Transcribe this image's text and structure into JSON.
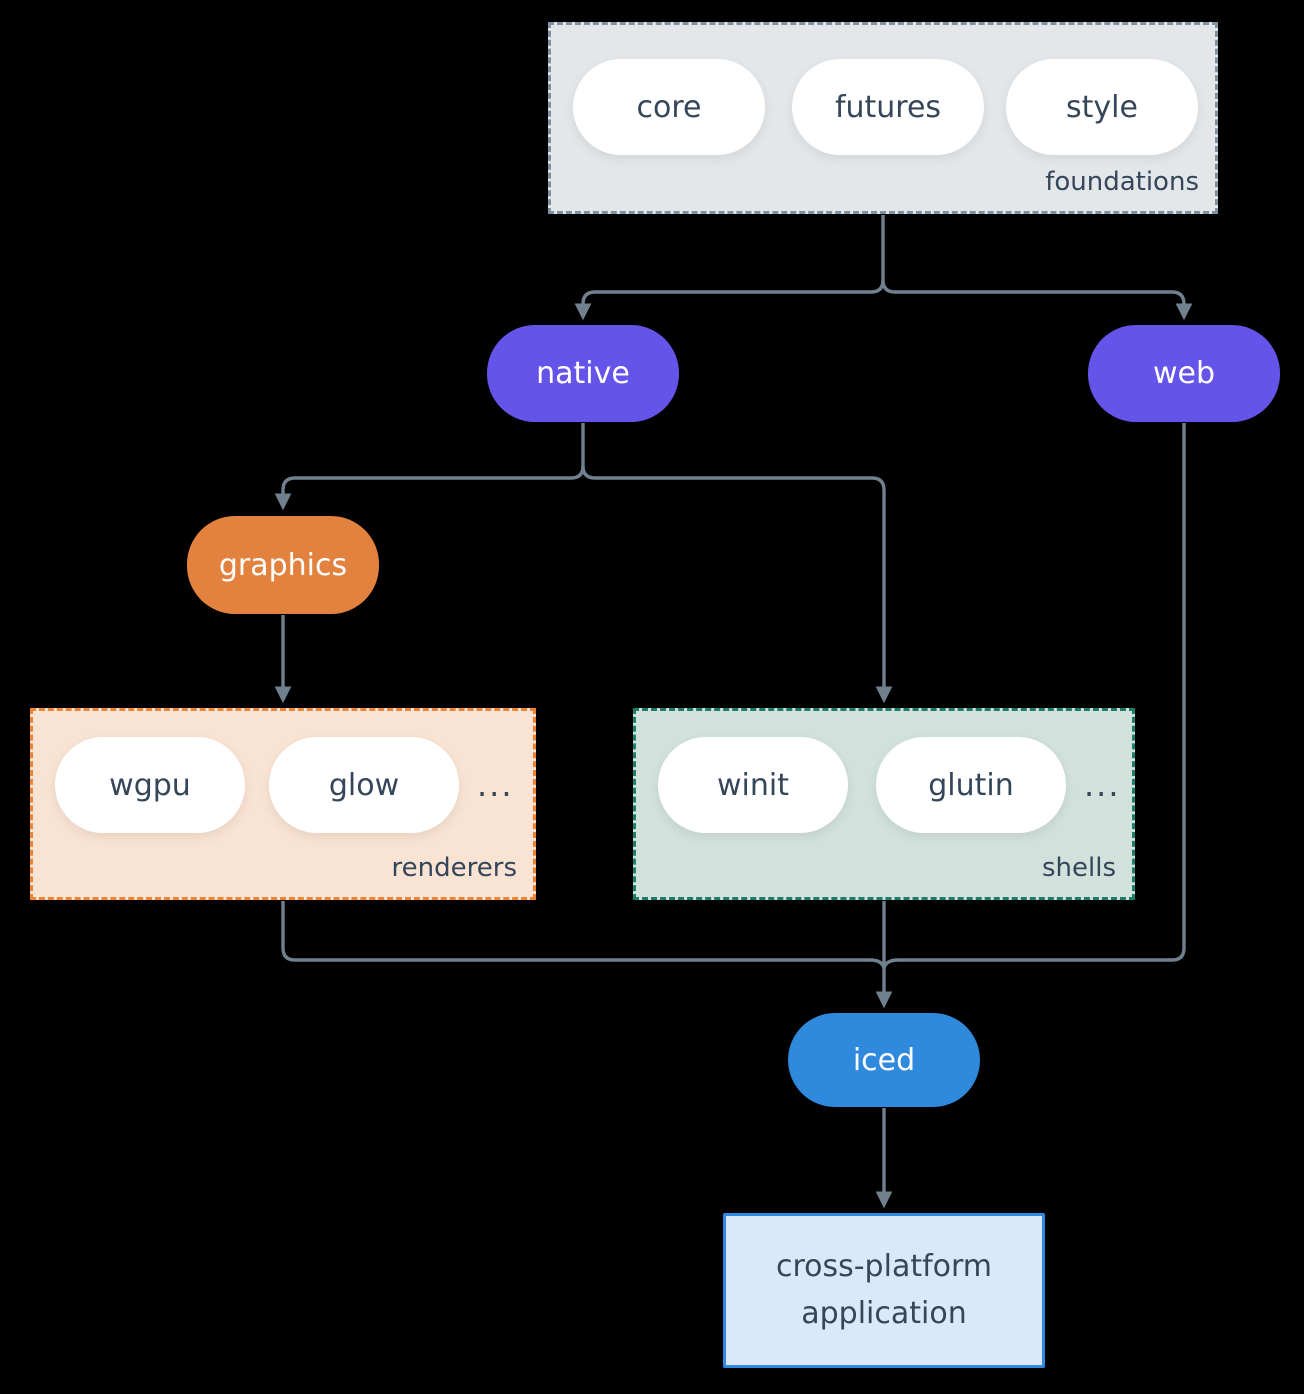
{
  "foundations": {
    "label": "foundations",
    "items": [
      "core",
      "futures",
      "style"
    ]
  },
  "native": {
    "label": "native"
  },
  "web": {
    "label": "web"
  },
  "graphics": {
    "label": "graphics"
  },
  "renderers": {
    "label": "renderers",
    "items": [
      "wgpu",
      "glow"
    ],
    "more": "..."
  },
  "shells": {
    "label": "shells",
    "items": [
      "winit",
      "glutin"
    ],
    "more": "..."
  },
  "iced": {
    "label": "iced"
  },
  "application": {
    "label": "cross-platform application"
  },
  "colors": {
    "background": "#000000",
    "connector": "#71808f",
    "purple_node": "#6554e9",
    "orange_node": "#e2823e",
    "blue_node": "#2f89dc",
    "foundations_fill": "#e3e7ea",
    "foundations_border": "#8091a1",
    "renderers_fill": "#f9e3d3",
    "renderers_border": "#ee8432",
    "shells_fill": "#d1e1db",
    "shells_border": "#1e7c6b",
    "application_fill": "#d9e9f9",
    "application_border": "#2f89dc",
    "dark_text": "#36465a",
    "pill_fill": "#ffffff"
  }
}
